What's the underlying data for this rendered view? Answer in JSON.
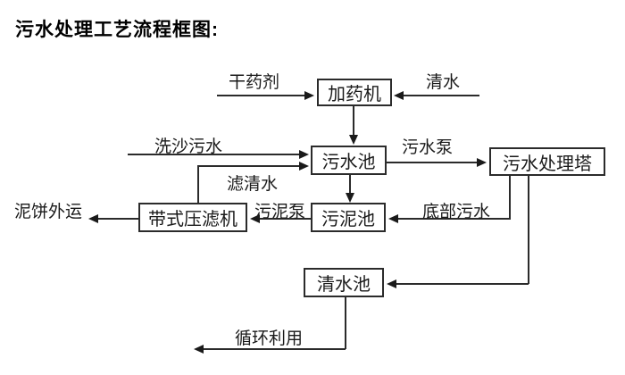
{
  "title": "污水处理工艺流程框图:",
  "colors": {
    "line": "#2b2b2b",
    "text": "#1a1a1a",
    "background": "#ffffff"
  },
  "nodes": {
    "dosing_machine": "加药机",
    "sewage_pool": "污水池",
    "treatment_tower": "污水处理塔",
    "sludge_pool": "污泥池",
    "belt_filter_press": "带式压滤机",
    "clean_water_pool": "清水池"
  },
  "flow_labels": {
    "dry_chemical": "干药剂",
    "clean_water": "清水",
    "sand_washing_sewage": "洗沙污水",
    "sewage_pump": "污水泵",
    "filtered_water": "滤清水",
    "sludge_pump": "污泥泵",
    "bottom_sewage": "底部污水",
    "mud_cake_out": "泥饼外运",
    "recycle_use": "循环利用"
  },
  "flows": [
    {
      "from": "干药剂",
      "to": "加药机",
      "label": "干药剂"
    },
    {
      "from": "清水",
      "to": "加药机",
      "label": "清水"
    },
    {
      "from": "加药机",
      "to": "污水池",
      "label": ""
    },
    {
      "from": "洗沙污水",
      "to": "污水池",
      "label": "洗沙污水"
    },
    {
      "from": "带式压滤机",
      "to": "污水池",
      "label": "滤清水"
    },
    {
      "from": "污水池",
      "to": "污水处理塔",
      "label": "污水泵"
    },
    {
      "from": "污水池",
      "to": "污泥池",
      "label": ""
    },
    {
      "from": "污水处理塔",
      "to": "污泥池",
      "label": "底部污水"
    },
    {
      "from": "污泥池",
      "to": "带式压滤机",
      "label": "污泥泵"
    },
    {
      "from": "带式压滤机",
      "to": "泥饼外运",
      "label": "泥饼外运"
    },
    {
      "from": "污水处理塔",
      "to": "清水池",
      "label": ""
    },
    {
      "from": "清水池",
      "to": "循环利用",
      "label": "循环利用"
    }
  ]
}
